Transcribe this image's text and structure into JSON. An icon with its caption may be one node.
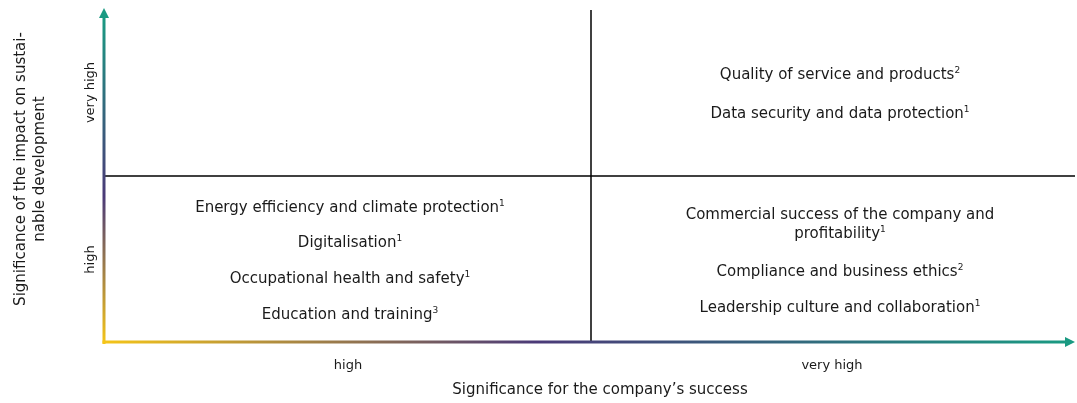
{
  "diagram": {
    "labels": [
      "Significance of the impact on sustai- nable development",
      "very high",
      "high",
      "Quality of service and products$^{2}$",
      "Data security and data protection$^{1}$",
      "Energy efficiency and climate protection$^{1}$",
      "Digitalisation$^{1}$",
      "Commercial success of the company and profitability$^{1}$",
      "Occupational health and safety$^{1}$",
      "Compliance and business ethics$^{2}$",
      "Education and training$^{3}$",
      "Leadership culture and collaboration$^{1}$",
      "high",
      "very high",
      "Significance for the company’s success"
    ]
  }
}
